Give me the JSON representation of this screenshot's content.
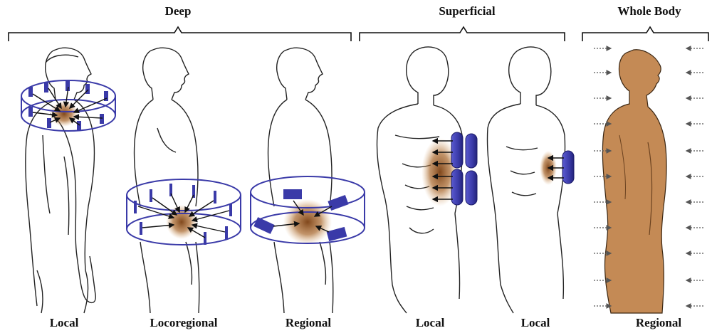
{
  "groups": [
    {
      "title": "Deep"
    },
    {
      "title": "Superficial"
    },
    {
      "title": "Whole Body"
    }
  ],
  "panels": [
    {
      "label": "Local",
      "mode": "ring-around-neck"
    },
    {
      "label": "Locoregional",
      "mode": "ring-around-pelvis-small-antennas"
    },
    {
      "label": "Regional",
      "mode": "ring-around-pelvis-large-antennas"
    },
    {
      "label": "Local",
      "mode": "surface-applicator-array"
    },
    {
      "label": "Local",
      "mode": "single-surface-applicator"
    },
    {
      "label": "Regional",
      "mode": "whole-body-radiant-heat"
    }
  ],
  "colors": {
    "applicator": "#3a3aa8",
    "heat": "#8a4d18",
    "skin": "#c48a55",
    "outline": "#222222"
  }
}
